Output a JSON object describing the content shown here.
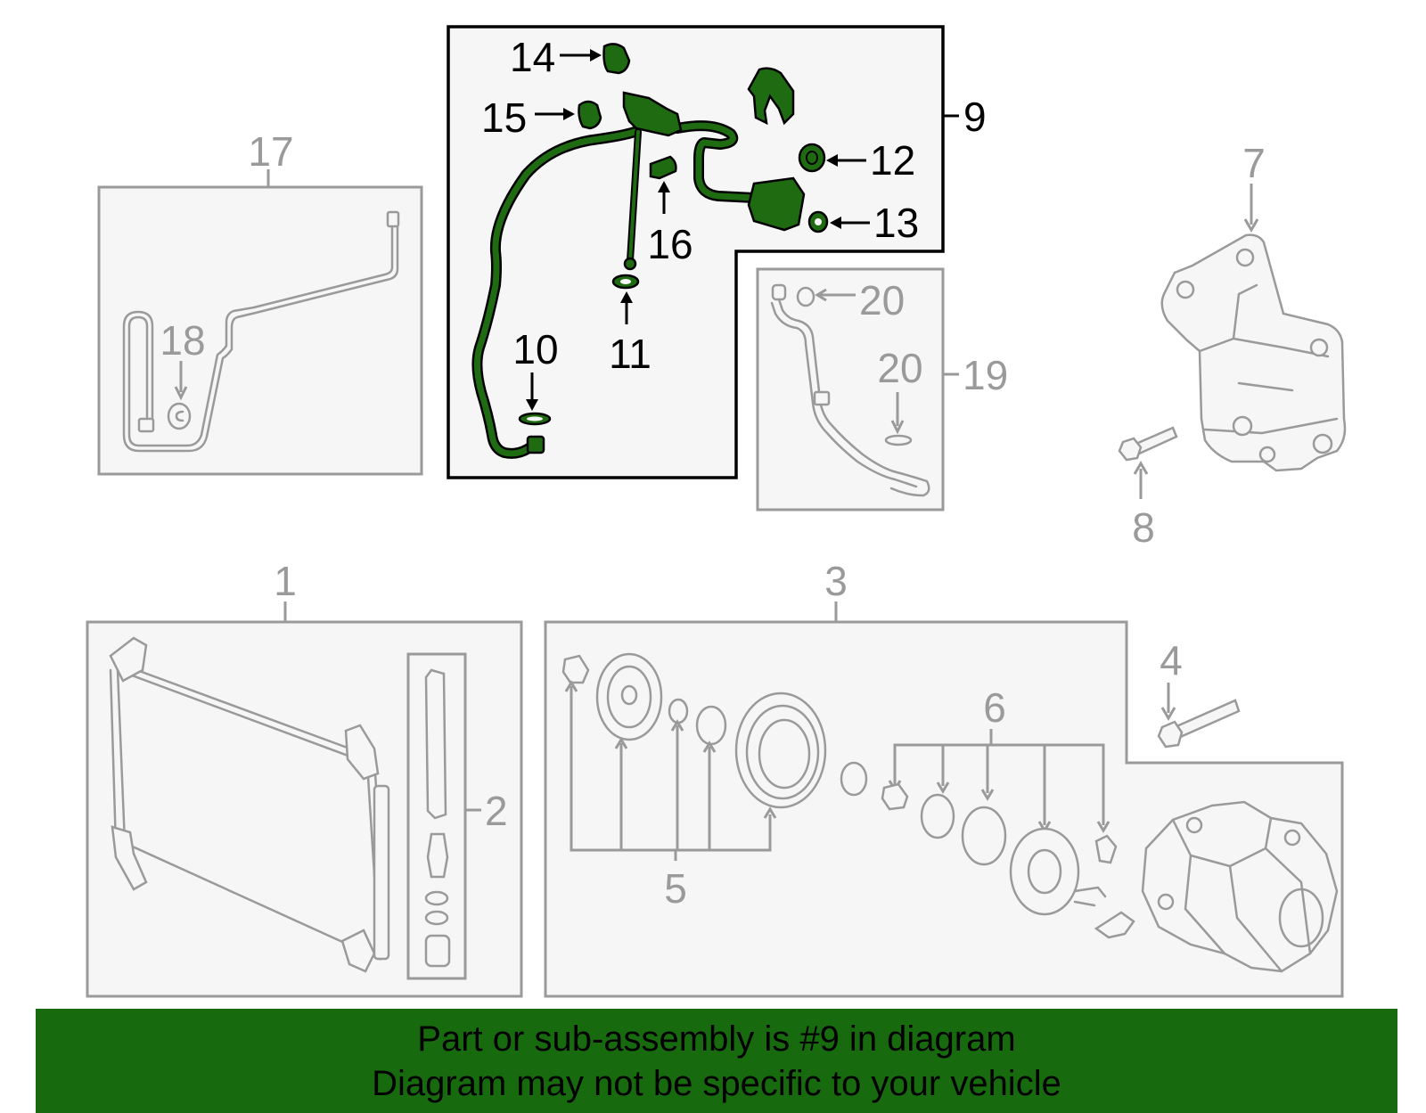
{
  "callouts": {
    "c1": "1",
    "c2": "2",
    "c3": "3",
    "c4": "4",
    "c5": "5",
    "c6": "6",
    "c7": "7",
    "c8": "8",
    "c9": "9",
    "c10": "10",
    "c11": "11",
    "c12": "12",
    "c13": "13",
    "c14": "14",
    "c15": "15",
    "c16": "16",
    "c17": "17",
    "c18": "18",
    "c19": "19",
    "c20a": "20",
    "c20b": "20"
  },
  "highlight": {
    "part": "9",
    "color": "#1f6b12"
  },
  "banner": {
    "line1": "Part or sub-assembly is #9 in diagram",
    "line2": "Diagram may not be specific to your vehicle",
    "background": "#176b0e"
  },
  "colors": {
    "part_outline": "#9a9a9a",
    "box_fill": "#f6f6f6",
    "highlight_outline": "#000000"
  }
}
